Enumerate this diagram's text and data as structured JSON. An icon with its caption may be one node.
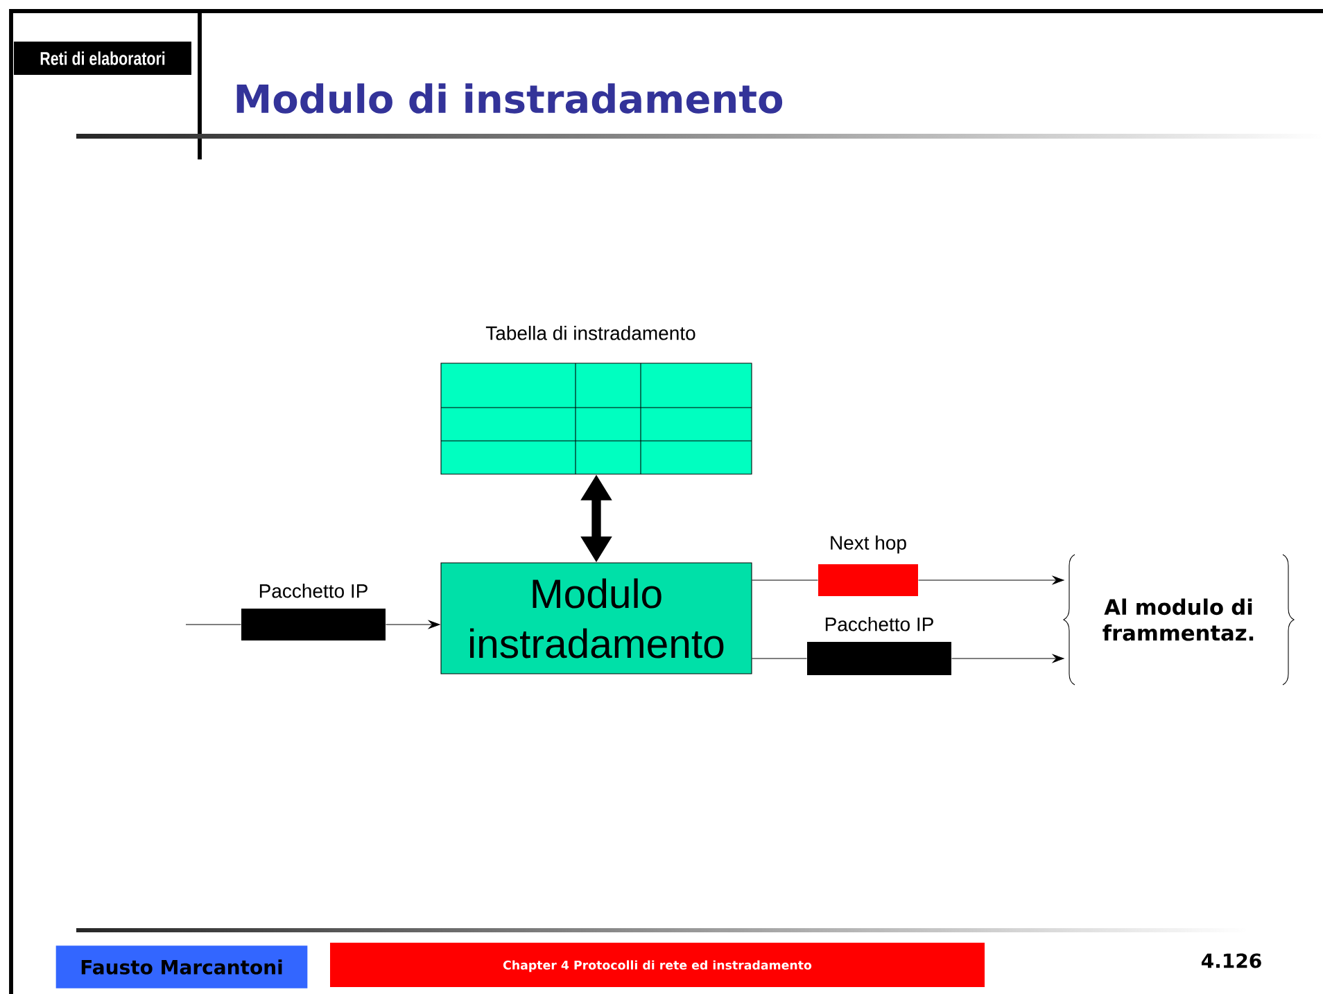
{
  "diagram": {
    "title": "Modulo di instradamento",
    "nodes": [
      {
        "text": [
          "Tabella di instradamento"
        ]
      },
      {
        "text": [
          "Modulo instradamento"
        ]
      },
      {
        "text": [
          "Pacchetto IP"
        ]
      },
      {
        "text": [
          "Next hop"
        ]
      },
      {
        "text": [
          "Pacchetto IP"
        ]
      },
      {
        "text": [
          "Al modulo di frammentaz."
        ]
      }
    ],
    "edges": [
      {
        "from": 0,
        "to": 1,
        "arrow": "both",
        "style": "thick"
      },
      {
        "from": null,
        "to": 2,
        "arrow": "none"
      },
      {
        "from": 2,
        "to": 1,
        "arrow": "to"
      },
      {
        "from": 1,
        "to": 3,
        "arrow": "none"
      },
      {
        "from": 3,
        "to": 5,
        "arrow": "to"
      },
      {
        "from": 1,
        "to": 4,
        "arrow": "none"
      },
      {
        "from": 4,
        "to": 5,
        "arrow": "to"
      }
    ],
    "labels": [
      "Reti di elaboratori",
      "Fausto Marcantoni",
      "Chapter 4  Protocolli di rete ed instradamento",
      "4.126"
    ]
  }
}
